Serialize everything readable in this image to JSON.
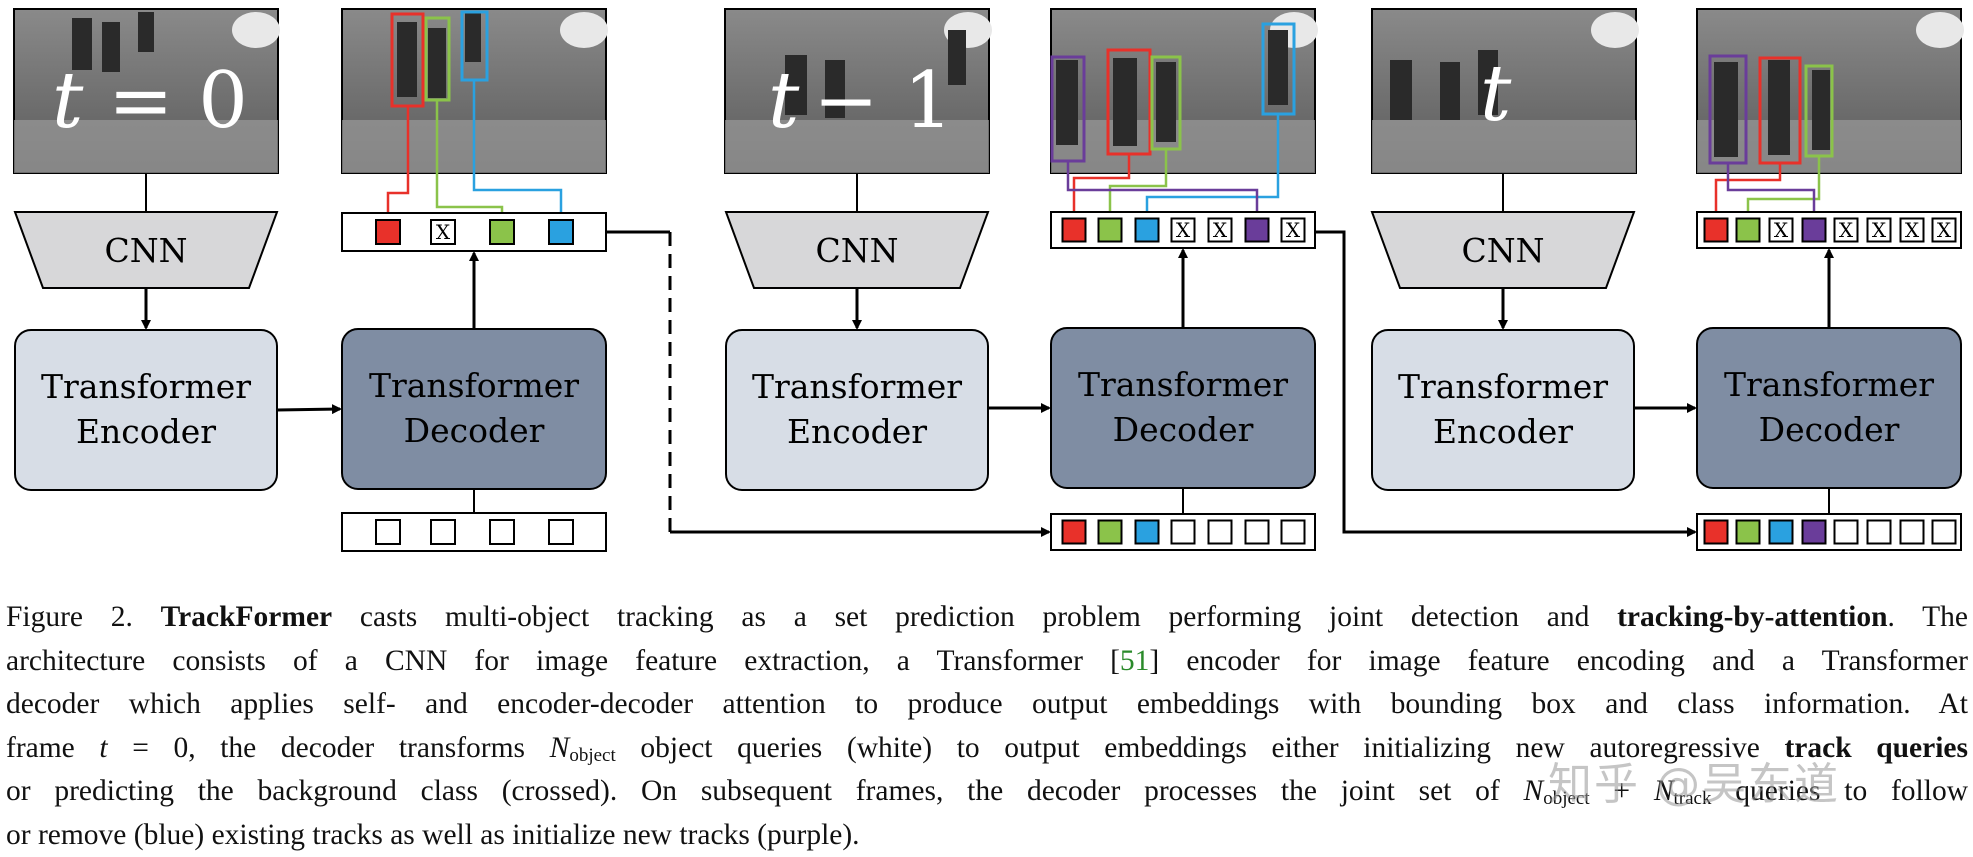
{
  "colors": {
    "cnn_fill": "#d7d7d9",
    "encoder_fill": "#d7dde6",
    "decoder_fill": "#7f8da3",
    "query_red": "#e8312a",
    "query_green": "#8bc34a",
    "query_blue": "#2aa1e0",
    "query_purple": "#6a3d9a",
    "frame_bg": "#6e6e6e",
    "ref_green": "#2a8a2a"
  },
  "frames": [
    {
      "label_var": "t",
      "label_rest": " = 0"
    },
    {
      "label_var": "t",
      "label_rest": "− 1"
    },
    {
      "label_var": "t",
      "label_rest": ""
    }
  ],
  "blocks": {
    "cnn": "CNN",
    "encoder_line1": "Transformer",
    "encoder_line2": "Encoder",
    "decoder_line1": "Transformer",
    "decoder_line2": "Decoder",
    "crossed_mark": "X"
  },
  "outputs": [
    [
      "red",
      "x",
      "green",
      "blue"
    ],
    [
      "red",
      "green",
      "blue",
      "x",
      "x",
      "purple",
      "x"
    ],
    [
      "red",
      "green",
      "x",
      "purple",
      "x",
      "x",
      "x",
      "x"
    ]
  ],
  "inputs": [
    [
      "white",
      "white",
      "white",
      "white"
    ],
    [
      "red",
      "green",
      "blue",
      "white",
      "white",
      "white",
      "white"
    ],
    [
      "red",
      "green",
      "blue",
      "purple",
      "white",
      "white",
      "white",
      "white"
    ]
  ],
  "caption": {
    "figure_label": "Figure 2.",
    "l1": [
      {
        "t": "Figure 2. ",
        "s": "n"
      },
      {
        "t": "TrackFormer",
        "s": "b"
      },
      {
        "t": " casts multi-object tracking as a set prediction problem performing joint detection and ",
        "s": "n"
      },
      {
        "t": "tracking-by-attention",
        "s": "b"
      },
      {
        "t": ". The",
        "s": "n"
      }
    ],
    "l2": [
      {
        "t": "architecture consists of a CNN for image feature extraction, a Transformer [",
        "s": "n"
      },
      {
        "t": "51",
        "s": "ref"
      },
      {
        "t": "] encoder for image feature encoding and a Transformer",
        "s": "n"
      }
    ],
    "l3": [
      {
        "t": "decoder which applies self- and encoder-decoder attention to produce output embeddings with bounding box and class information.  At",
        "s": "n"
      }
    ],
    "l4": [
      {
        "t": "frame ",
        "s": "n"
      },
      {
        "t": "t",
        "s": "i"
      },
      {
        "t": " = 0, the decoder transforms ",
        "s": "n"
      },
      {
        "t": "N",
        "s": "i"
      },
      {
        "t": "object",
        "s": "sub"
      },
      {
        "t": " object queries (white) to output embeddings either initializing new autoregressive ",
        "s": "n"
      },
      {
        "t": "track queries",
        "s": "b"
      }
    ],
    "l5": [
      {
        "t": "or predicting the background class (crossed). On subsequent frames, the decoder processes the joint set of ",
        "s": "n"
      },
      {
        "t": "N",
        "s": "i"
      },
      {
        "t": "object",
        "s": "sub"
      },
      {
        "t": " + ",
        "s": "n"
      },
      {
        "t": "N",
        "s": "i"
      },
      {
        "t": "track",
        "s": "sub"
      },
      {
        "t": " queries to follow",
        "s": "n"
      }
    ],
    "l6": [
      {
        "t": "or remove (blue) existing tracks as well as initialize new tracks (purple).",
        "s": "n"
      }
    ]
  },
  "watermark": "知乎 @吴东道"
}
